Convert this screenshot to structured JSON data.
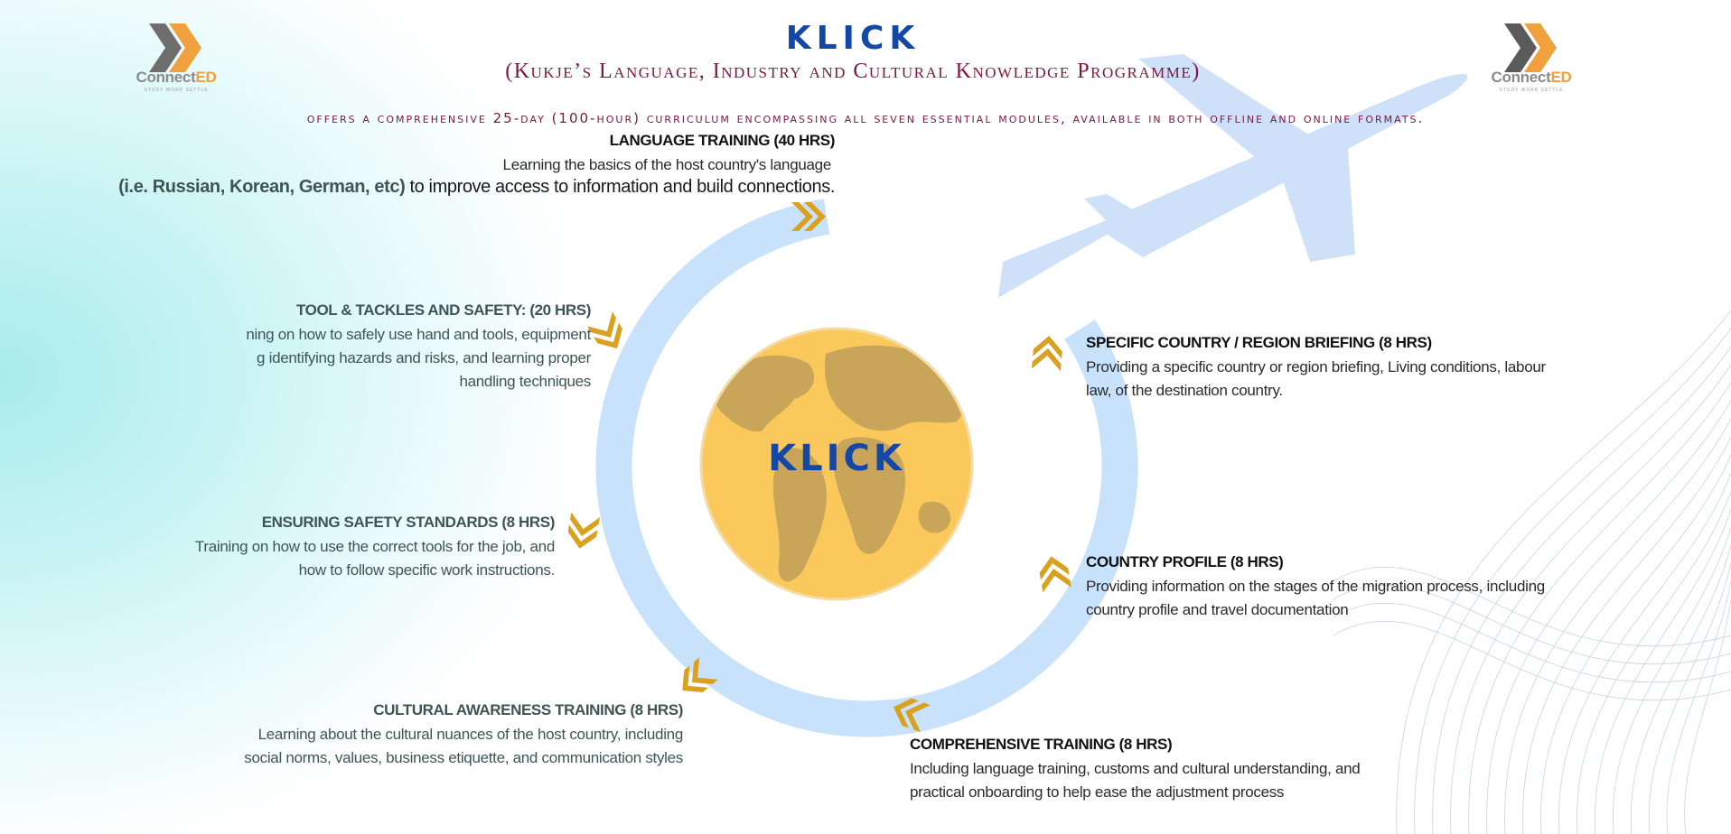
{
  "header": {
    "title": "KLICK",
    "subtitle": "(Kukje’s Language, Industry and Cultural Knowledge Programme)",
    "tagline": "offers a comprehensive 25-day (100-hour) curriculum encompassing all seven essential modules, available in both offline and online formats."
  },
  "logo": {
    "brand_main": "Connect",
    "brand_accent": "ED",
    "tagline": "STUDY WORK SETTLE",
    "colors": {
      "grey": "#6b6b6b",
      "orange": "#f0a03c"
    }
  },
  "globe": {
    "label": "KLICK",
    "icon": "globe-icon"
  },
  "modules": {
    "language": {
      "title": "LANGUAGE TRAINING  (40 HRS)",
      "line1": "Learning the basics of the host country's language",
      "line2_bold": "(i.e. Russian, Korean, German, etc)",
      "line2_rest": " to improve access to information and build connections."
    },
    "tools": {
      "title": "TOOL  & TACKLES AND SAFETY: (20 HRS)",
      "line1": "ning on how to safely use hand and tools, equipment",
      "line2": "g identifying hazards and risks, and learning proper",
      "line3": "handling techniques"
    },
    "safety": {
      "title": "ENSURING SAFETY STANDARDS  (8 HRS)",
      "line1": "Training on how to use the correct tools for the job, and",
      "line2": "how to follow specific work instructions."
    },
    "cultural": {
      "title": "CULTURAL AWARENESS TRAINING  (8 HRS)",
      "line1": "Learning about the cultural nuances of the host country, including",
      "line2": "social norms, values, business etiquette, and communication styles"
    },
    "comprehensive": {
      "title": "COMPREHENSIVE TRAINING  (8 HRS)",
      "line1": "Including language training, customs and cultural understanding, and",
      "line2": "practical onboarding to help ease the adjustment process"
    },
    "profile": {
      "title": "COUNTRY PROFILE (8 HRS)",
      "line1": "Providing information on the stages of the migration process, including",
      "line2": "country profile and travel documentation"
    },
    "briefing": {
      "title": "SPECIFIC COUNTRY / REGION BRIEFING (8 HRS)",
      "line1": "Providing a specific country or region briefing, Living conditions, labour",
      "line2": "law, of the destination country."
    }
  },
  "colors": {
    "title_blue": "#1448a6",
    "maroon": "#7a1842",
    "ring_blue": "#c9e2fb",
    "chevron_gold": "#d9a11f",
    "globe_gold": "#fbc85c",
    "land": "#c9a55a"
  }
}
